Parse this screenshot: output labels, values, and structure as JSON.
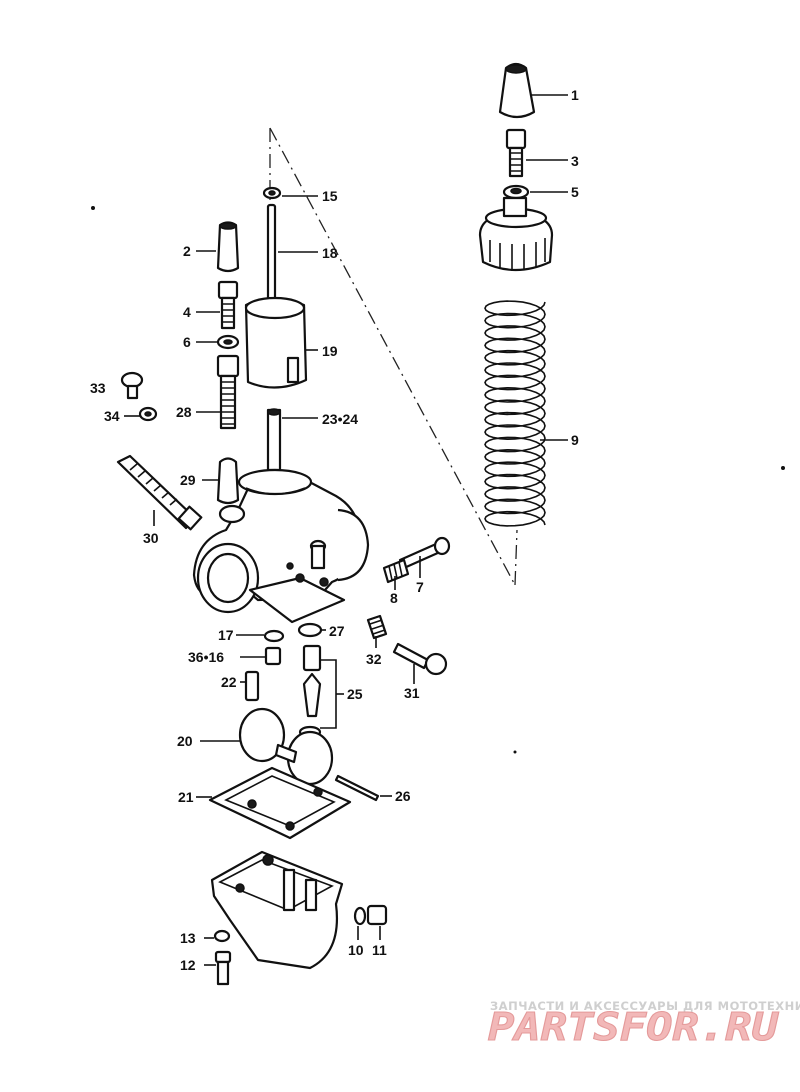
{
  "callouts": {
    "c1": "1",
    "c2": "2",
    "c3": "3",
    "c4": "4",
    "c5": "5",
    "c6": "6",
    "c7": "7",
    "c8": "8",
    "c9": "9",
    "c10": "10",
    "c11": "11",
    "c12": "12",
    "c13": "13",
    "c15": "15",
    "c17": "17",
    "c18": "18",
    "c19": "19",
    "c20": "20",
    "c21": "21",
    "c22": "22",
    "c23_24": "23•24",
    "c25": "25",
    "c26": "26",
    "c27": "27",
    "c28": "28",
    "c29": "29",
    "c30": "30",
    "c31": "31",
    "c32": "32",
    "c33": "33",
    "c34": "34",
    "c36_16": "36•16"
  },
  "watermark": {
    "tagline": "ЗАПЧАСТИ И АКСЕССУАРЫ ДЛЯ МОТОТЕХНИКИ",
    "logo": "PARTSFOR.RU"
  },
  "colors": {
    "ink": "#111111",
    "background": "#ffffff",
    "watermark_text": "#cfcfcf",
    "watermark_logo": "#f2b8b8"
  }
}
